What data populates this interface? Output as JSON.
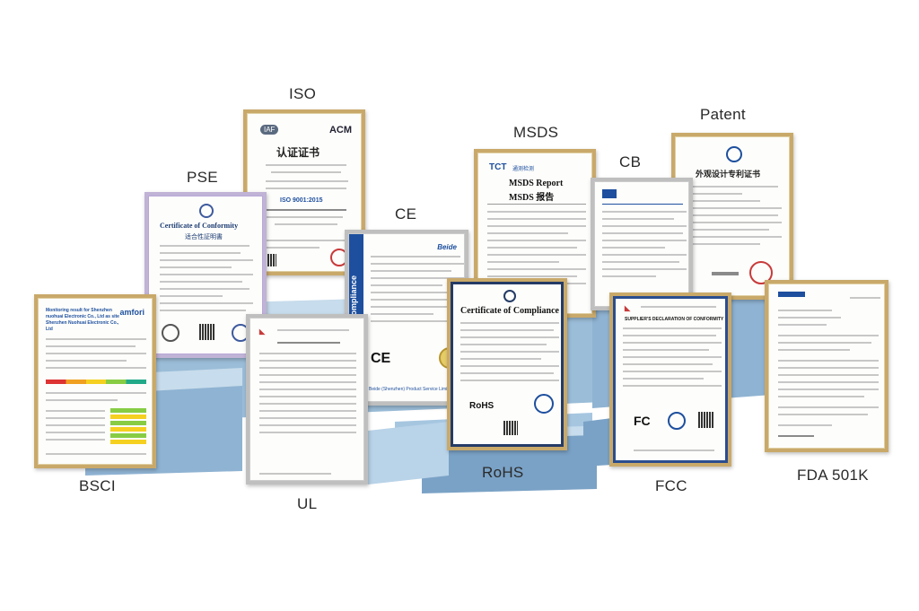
{
  "certificates": [
    {
      "label": "ISO",
      "title": "认证证书",
      "logo_left": "IAF",
      "logo_right": "ACM",
      "standard": "ISO 9001:2015"
    },
    {
      "label": "PSE",
      "title": "Certificate of Conformity",
      "subtitle": "适合性証明書"
    },
    {
      "label": "MSDS",
      "logo": "TCT",
      "logo_sub": "通测检测",
      "title": "MSDS Report",
      "subtitle": "MSDS 报告"
    },
    {
      "label": "Patent",
      "title": "外观设计专利证书"
    },
    {
      "label": "CB"
    },
    {
      "label": "CE",
      "header_right": "Beide",
      "side_text": "of Compliance",
      "footer_text": "Beide (Shenzhen) Product Service Limited"
    },
    {
      "label": "BSCI",
      "title": "Monitoring result for Shenzhen nuohuai Electronic Co., Ltd as site Shenzhen Nuohuai Electronic Co., Ltd",
      "logo": "amfori"
    },
    {
      "label": "UL"
    },
    {
      "label": "RoHS",
      "title": "Certificate of Compliance",
      "mark": "RoHS"
    },
    {
      "label": "FCC",
      "title": "SUPPLIER'S DECLARATION OF CONFORMITY",
      "mark": "FC"
    },
    {
      "label": "FDA 501K"
    }
  ],
  "colors": {
    "frame": "#c9a96a",
    "podium": "#9bbdd8",
    "podium_dark": "#7aa2c6",
    "podium_light": "#c7dcec"
  }
}
